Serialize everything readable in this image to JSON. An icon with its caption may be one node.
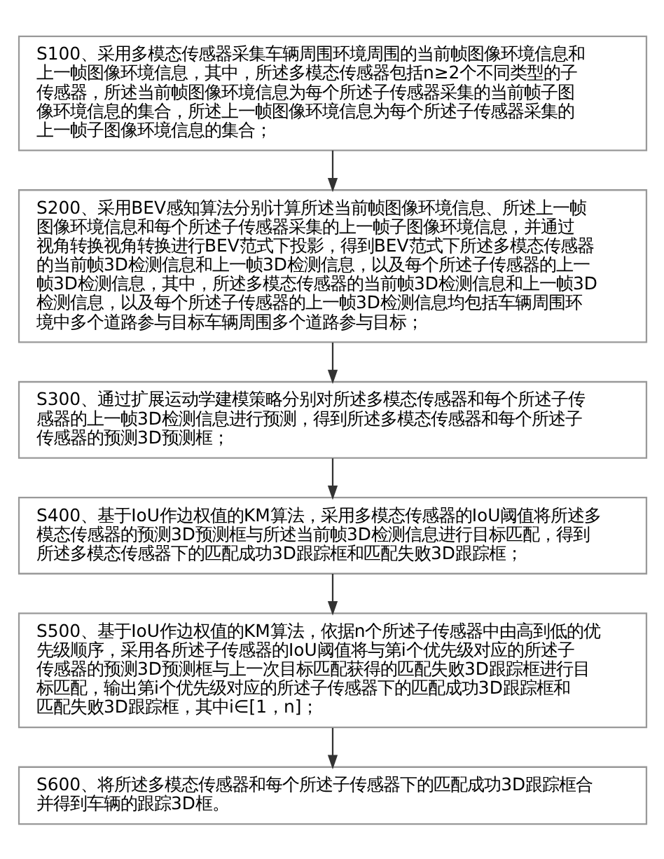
{
  "diagram": {
    "nodes": [
      {
        "text": [
          "S100、采用多模态传感器采集车辆周围环境周围的当前帧图像环境信息和上一帧图像环境信息，其中，所述多模态传感器包括n≥2个不同类型的子传感器，所述当前帧图像环境信息为每个所述子传感器采集的当前帧子图像环境信息的集合，所述上一帧图像环境信息为每个所述子传感器采集的上一帧子图像环境信息的集合；"
        ]
      },
      {
        "text": [
          "S200、采用BEV感知算法分别计算所述当前帧图像环境信息、所述上一帧图像环境信息和每个所述子传感器采集的上一帧子图像环境信息，并通过视角转换视角转换进行BEV范式下投影，得到BEV范式下所述多模态传感器的当前帧3D检测信息和上一帧3D检测信息，以及每个所述子传感器的上一帧3D检测信息，其中，所述多模态传感器的当前帧3D检测信息和上一帧3D检测信息，以及每个所述子传感器的上一帧3D检测信息均包括车辆周围环境中多个道路参与目标车辆周围多个道路参与目标；"
        ]
      },
      {
        "text": [
          "S300、通过扩展运动学建模策略分别对所述多模态传感器和每个所述子传感器的上一帧3D检测信息进行预测，得到所述多模态传感器和每个所述子传感器的预测3D预测框；"
        ]
      },
      {
        "text": [
          "S400、基于IoU作边权值的KM算法，采用多模态传感器的IoU阈值将所述多模态传感器的预测3D预测框与所述当前帧3D检测信息进行目标匹配，得到所述多模态传感器下的匹配成功3D跟踪框和匹配失败3D跟踪框；"
        ]
      },
      {
        "text": [
          "S500、基于IoU作边权值的KM算法，依据n个所述子传感器中由高到低的优先级顺序，采用各所述子传感器的IoU阈值将与第i个优先级对应的所述子传感器的预测3D预测框与上一次目标匹配获得的匹配失败3D跟踪框进行目标匹配，输出第i个优先级对应的所述子传感器下的匹配成功3D跟踪框和匹配失败3D跟踪框，其中i∈[1，n]；"
        ]
      },
      {
        "text": [
          "S600、将所述多模态传感器和每个所述子传感器下的匹配成功3D跟踪框合并得到车辆的跟踪3D框。"
        ]
      }
    ],
    "edges": [
      {
        "from": 0,
        "to": 1,
        "arrow": "to"
      },
      {
        "from": 1,
        "to": 2,
        "arrow": "to"
      },
      {
        "from": 2,
        "to": 3,
        "arrow": "to"
      },
      {
        "from": 3,
        "to": 4,
        "arrow": "to"
      },
      {
        "from": 4,
        "to": 5,
        "arrow": "to"
      }
    ]
  }
}
